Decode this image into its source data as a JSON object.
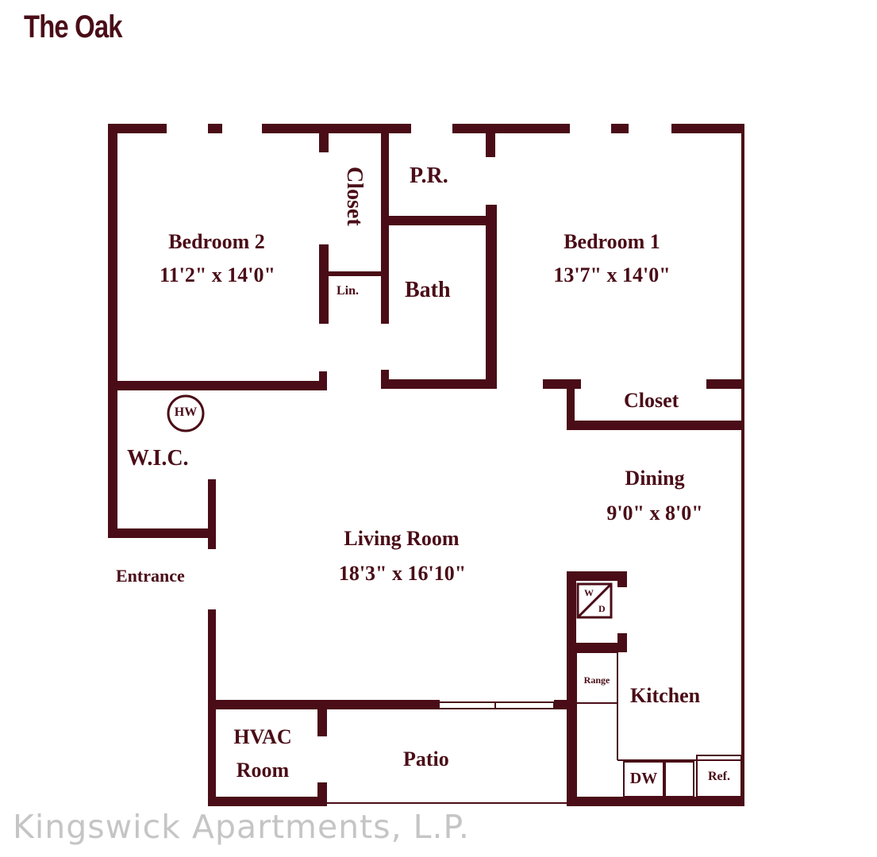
{
  "title": "The Oak",
  "watermark": "Kingswick Apartments, L.P.",
  "colors": {
    "wall": "#4a0d17",
    "text": "#4a0d17"
  },
  "rooms": {
    "bedroom2": {
      "name": "Bedroom 2",
      "size": "11'2\" x 14'0\""
    },
    "bedroom1": {
      "name": "Bedroom 1",
      "size": "13'7\" x 14'0\""
    },
    "living": {
      "name": "Living Room",
      "size": "18'3\" x 16'10\""
    },
    "dining": {
      "name": "Dining",
      "size": "9'0\" x 8'0\""
    },
    "closet_upper": "Closet",
    "closet_dining": "Closet",
    "powder_room": "P.R.",
    "bath": "Bath",
    "linen": "Lin.",
    "wic": "W.I.C.",
    "hw": "HW",
    "entrance": "Entrance",
    "hvac_line1": "HVAC",
    "hvac_line2": "Room",
    "patio": "Patio",
    "kitchen": "Kitchen",
    "washer": "W",
    "dryer": "D",
    "range": "Range",
    "dw": "DW",
    "ref": "Ref."
  }
}
